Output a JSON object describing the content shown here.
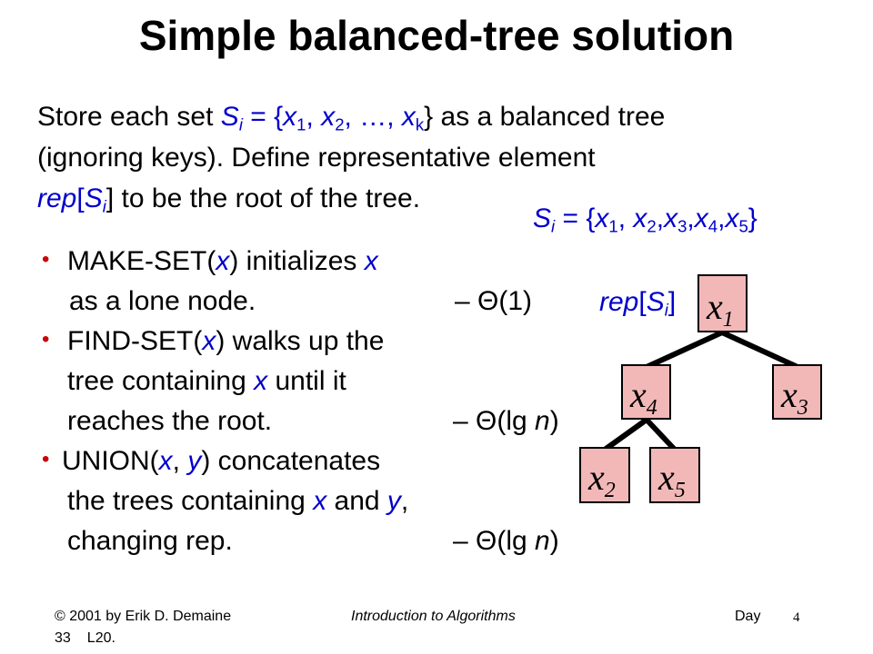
{
  "slide": {
    "title": "Simple balanced-tree solution",
    "intro": {
      "l1_a": "Store each set ",
      "l1_S": "S",
      "l1_Si": "i",
      "l1_b": " = {",
      "l1_x1": "x",
      "l1_x1s": "1",
      "l1_c": ", ",
      "l1_x2": "x",
      "l1_x2s": "2",
      "l1_d": ", …, ",
      "l1_xk": "x",
      "l1_xks": "k",
      "l1_e": "} as a balanced tree",
      "l2": "(ignoring keys). Define representative element",
      "l3_rep": "rep",
      "l3_a": "[",
      "l3_S": "S",
      "l3_i": "i",
      "l3_b": "] to be the root of the tree."
    },
    "set_def": {
      "S": "S",
      "i": "i",
      "a": " = {",
      "x1": "x",
      "s1": "1",
      "b": ", ",
      "x2": "x",
      "s2": "2",
      "c": ",",
      "x3": "x",
      "s3": "3",
      "d": ",",
      "x4": "x",
      "s4": "4",
      "e": ",",
      "x5": "x",
      "s5": "5",
      "f": "}"
    },
    "bullets": {
      "b1_l1_a": "MAKE-SET(",
      "b1_l1_x": "x",
      "b1_l1_b": ") initializes ",
      "b1_l1_x2": "x",
      "b1_l2": "as a lone node.",
      "b1_cost": "– Θ(1)",
      "b2_l1_a": "FIND-SET(",
      "b2_l1_x": "x",
      "b2_l1_b": ") walks up the",
      "b2_l2_a": "tree containing ",
      "b2_l2_x": "x",
      "b2_l2_b": " until it",
      "b2_l3": "reaches the root.",
      "b2_cost_a": "– Θ(lg ",
      "b2_cost_n": "n",
      "b2_cost_b": ")",
      "b3_l1_a": "UNION(",
      "b3_l1_x": "x",
      "b3_l1_b": ", ",
      "b3_l1_y": "y",
      "b3_l1_c": ") concatenates",
      "b3_l2_a": "the trees containing ",
      "b3_l2_x": "x",
      "b3_l2_b": " and ",
      "b3_l2_y": "y",
      "b3_l2_c": ",",
      "b3_l3": "changing rep.",
      "b3_cost_a": "– Θ(lg ",
      "b3_cost_n": "n",
      "b3_cost_b": ")"
    },
    "tree": {
      "rep_label": {
        "rep": "rep",
        "a": "[",
        "S": "S",
        "i": "i",
        "b": "]"
      },
      "nodes": [
        {
          "name": "x",
          "sub": "1"
        },
        {
          "name": "x",
          "sub": "4"
        },
        {
          "name": "x",
          "sub": "3"
        },
        {
          "name": "x",
          "sub": "2"
        },
        {
          "name": "x",
          "sub": "5"
        }
      ],
      "node_fill": "#f2b8b8",
      "edge_color": "#000000"
    },
    "footer": {
      "copyright": "© 2001 by Erik D. Demaine",
      "course": "Introduction to Algorithms",
      "day": "Day",
      "page": "4",
      "day_num": "33",
      "lecture": "L20."
    },
    "colors": {
      "accent_blue": "#0000cc",
      "bullet_red": "#cc0000"
    }
  }
}
